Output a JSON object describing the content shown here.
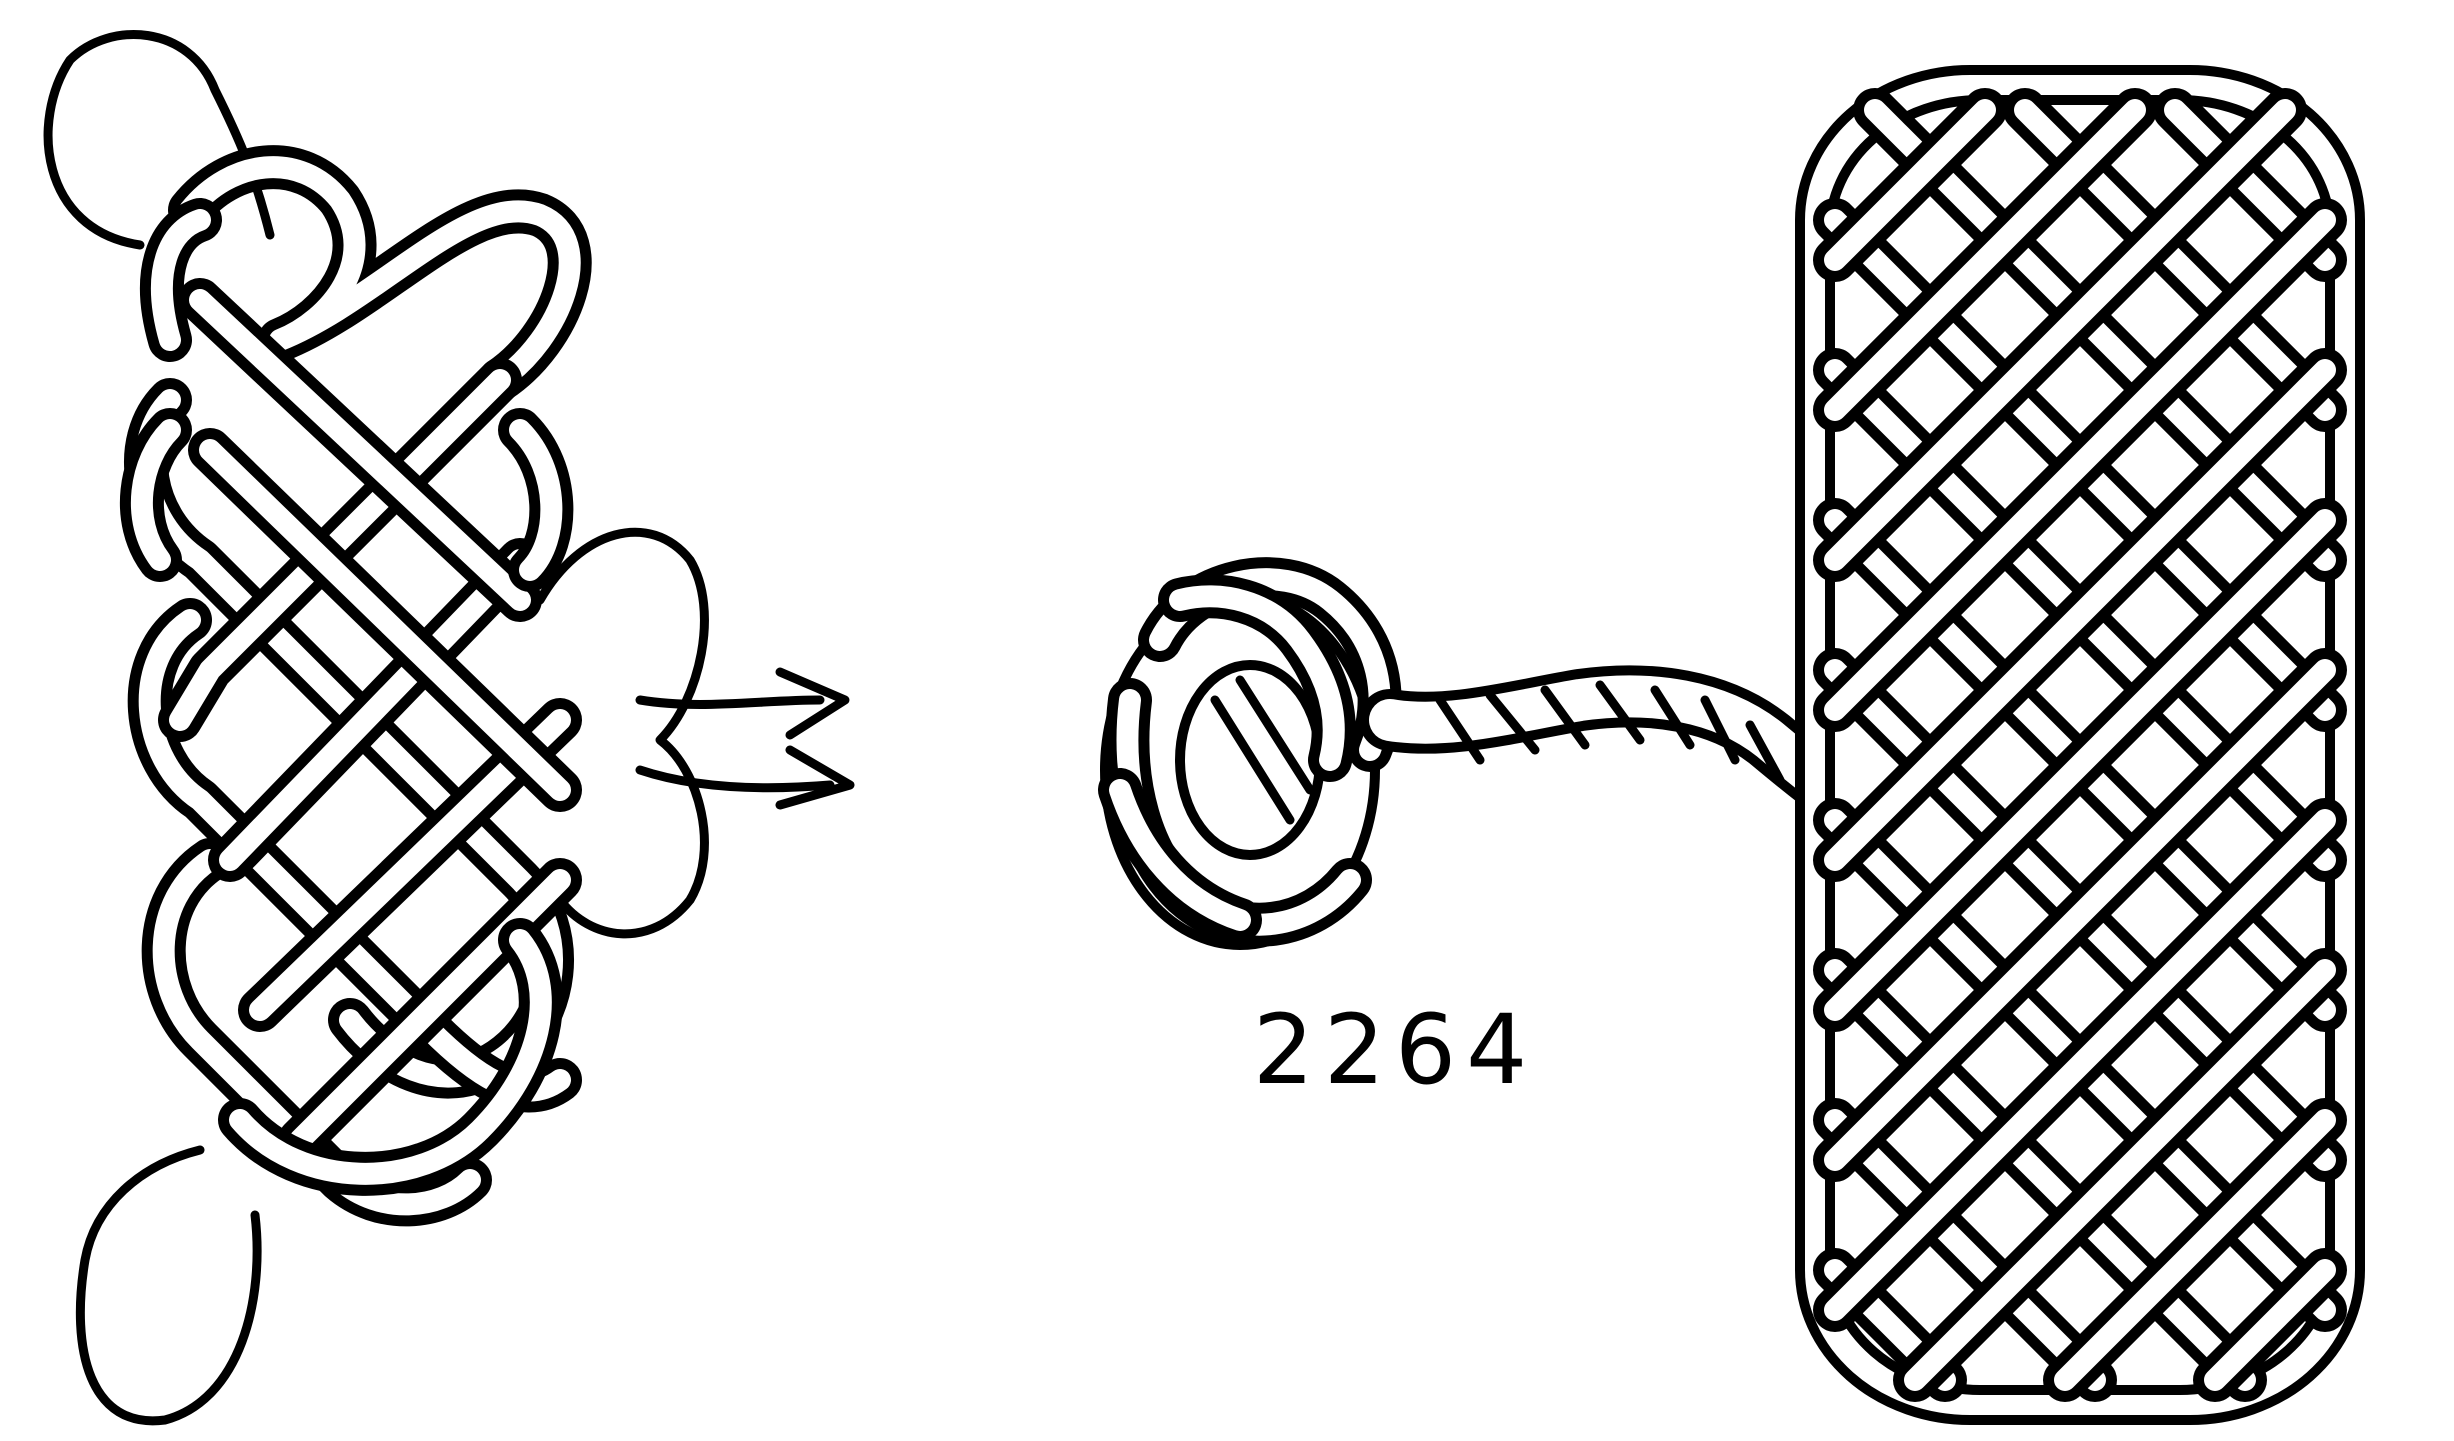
{
  "figure": {
    "caption": "2264",
    "colors": {
      "ink": "#000000",
      "paper": "#ffffff"
    },
    "parts": [
      {
        "name": "loose-knot-with-bights",
        "state": "being worked, ends leading out"
      },
      {
        "name": "turks-head-button-knot",
        "state": "finished"
      },
      {
        "name": "twisted-lanyard",
        "state": "connecting button to mat"
      },
      {
        "name": "finished-flat-plait-mat",
        "state": "finished"
      }
    ]
  }
}
